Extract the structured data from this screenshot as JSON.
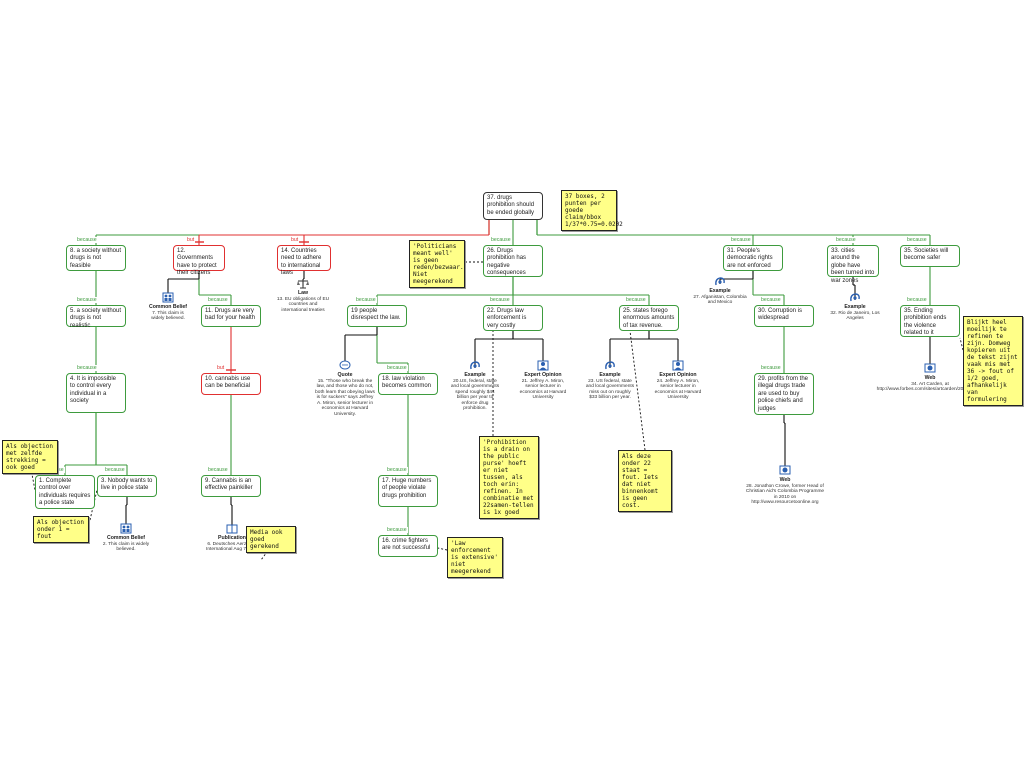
{
  "nodes": [
    {
      "id": "n37",
      "text": "37. drugs prohibition should be ended globally",
      "style": "root"
    },
    {
      "id": "n8",
      "text": "8. a society without drugs is not feasible",
      "style": "pro"
    },
    {
      "id": "n12",
      "text": "12. Governments have to protect their citizens",
      "style": "con"
    },
    {
      "id": "n14",
      "text": "14. Countries need to adhere to international laws",
      "style": "con"
    },
    {
      "id": "n26",
      "text": "26. Drugs prohibition has negative consequences",
      "style": "pro"
    },
    {
      "id": "n31",
      "text": "31. People's democratic rights are not enforced",
      "style": "pro"
    },
    {
      "id": "n33",
      "text": "33. cities around the globe have been turned into war zones",
      "style": "pro"
    },
    {
      "id": "n35",
      "text": "35. Societies will become safer",
      "style": "pro"
    },
    {
      "id": "n5",
      "text": "5. a society without drugs is not realistic",
      "style": "pro"
    },
    {
      "id": "n11",
      "text": "11. Drugs are very bad for your health",
      "style": "pro"
    },
    {
      "id": "n19",
      "text": "19 people disrespect the law.",
      "style": "pro"
    },
    {
      "id": "n22",
      "text": "22. Drugs law enforcement is very costly",
      "style": "pro"
    },
    {
      "id": "n25",
      "text": "25. states forego enormous amounts of tax revenue.",
      "style": "pro"
    },
    {
      "id": "n30",
      "text": "30. Corruption is widespread",
      "style": "pro"
    },
    {
      "id": "n35b",
      "text": "35. Ending prohibition ends the violence related to it",
      "style": "pro"
    },
    {
      "id": "n4",
      "text": "4. It is impossible to control every individual in a society",
      "style": "pro"
    },
    {
      "id": "n10",
      "text": "10. cannabis use can be beneficial",
      "style": "con"
    },
    {
      "id": "n18",
      "text": "18. law violation becomes common",
      "style": "pro"
    },
    {
      "id": "n29",
      "text": "29. profits from the illegal drugs trade are used to buy police chiefs and judges",
      "style": "pro"
    },
    {
      "id": "n1",
      "text": "1. Complete control over individuals requires a police state",
      "style": "pro"
    },
    {
      "id": "n3",
      "text": "3. Nobody wants to live in police state",
      "style": "pro"
    },
    {
      "id": "n9",
      "text": "9. Cannabis is an effective painkiller",
      "style": "pro"
    },
    {
      "id": "n17",
      "text": "17. Huge numbers of people violate drugs prohibition",
      "style": "pro"
    },
    {
      "id": "n16",
      "text": "16. crime fighters are not successful",
      "style": "pro"
    }
  ],
  "edge_labels": [
    {
      "id": "e8",
      "text": "because",
      "style": "pro"
    },
    {
      "id": "e12",
      "text": "but",
      "style": "con"
    },
    {
      "id": "e14",
      "text": "but",
      "style": "con"
    },
    {
      "id": "e26",
      "text": "because",
      "style": "pro"
    },
    {
      "id": "e31",
      "text": "because",
      "style": "pro"
    },
    {
      "id": "e33",
      "text": "because",
      "style": "pro"
    },
    {
      "id": "e35",
      "text": "because",
      "style": "pro"
    },
    {
      "id": "e5",
      "text": "because",
      "style": "pro"
    },
    {
      "id": "e11",
      "text": "because",
      "style": "pro"
    },
    {
      "id": "e19",
      "text": "because",
      "style": "pro"
    },
    {
      "id": "e22",
      "text": "because",
      "style": "pro"
    },
    {
      "id": "e25",
      "text": "because",
      "style": "pro"
    },
    {
      "id": "e30",
      "text": "because",
      "style": "pro"
    },
    {
      "id": "e35b",
      "text": "because",
      "style": "pro"
    },
    {
      "id": "e4",
      "text": "because",
      "style": "pro"
    },
    {
      "id": "e10",
      "text": "but",
      "style": "con"
    },
    {
      "id": "e18",
      "text": "because",
      "style": "pro"
    },
    {
      "id": "e29",
      "text": "because",
      "style": "pro"
    },
    {
      "id": "e1",
      "text": "because",
      "style": "pro"
    },
    {
      "id": "e3",
      "text": "because",
      "style": "pro"
    },
    {
      "id": "e9",
      "text": "because",
      "style": "pro"
    },
    {
      "id": "e17",
      "text": "because",
      "style": "pro"
    },
    {
      "id": "e16",
      "text": "because",
      "style": "pro"
    }
  ],
  "evidence": [
    {
      "id": "v7",
      "icon": "people-icon",
      "head": "Common Belief",
      "text": "7. This claim is widely believed."
    },
    {
      "id": "v13",
      "icon": "scales-icon",
      "head": "Law",
      "text": "13. EU obligations of EU countries and international treaties"
    },
    {
      "id": "v15",
      "icon": "speech-bubble-icon",
      "head": "Quote",
      "text": "15. \"Those who break the law, and those who do not, both learn that obeying laws is for suckers\" says Jeffrey A. Miron, senior lecturer in economics at Harvard University."
    },
    {
      "id": "v20",
      "icon": "example-icon",
      "head": "Example",
      "text": "20.US, federal, state and local governments spend roughly $44 billion per year to enforce drug prohibition."
    },
    {
      "id": "v21",
      "icon": "expert-icon",
      "head": "Expert Opinion",
      "text": "21. Jeffrey A. Miron, senior lecturer in economics at Harvard University"
    },
    {
      "id": "v23",
      "icon": "example-icon",
      "head": "Example",
      "text": "23. US federal, state and local governments miss out on roughly $33 billion per year."
    },
    {
      "id": "v24",
      "icon": "expert-icon",
      "head": "Expert Opinion",
      "text": "24. Jeffrey A. Miron, senior lecturer in economics at Harvard University"
    },
    {
      "id": "v27",
      "icon": "example-icon",
      "head": "Example",
      "text": "27. Afganistan, Colombia and Mexico"
    },
    {
      "id": "v32",
      "icon": "example-icon",
      "head": "Example",
      "text": "32. Rio de Janeiro, Los Angeles"
    },
    {
      "id": "v34",
      "icon": "web-icon",
      "head": "Web",
      "text": "34. Art Carden, at http://www.forbes.com/sites/artcarden/2012/04/19/"
    },
    {
      "id": "v28",
      "icon": "web-icon",
      "head": "Web",
      "text": "28. Jonathon Crowe, former Head of Christian Aid's Colombia Programme in 2010 on http://www.resourcetoonline.org"
    },
    {
      "id": "v2",
      "icon": "people-icon",
      "head": "Common Belief",
      "text": "2. This claim is widely believed."
    },
    {
      "id": "v6",
      "icon": "book-icon",
      "head": "Publication",
      "text": "6. Deutsches Aerztblatt International Aug 7 2012"
    }
  ],
  "notes": [
    {
      "id": "k1",
      "text": "37 boxes, 2 punten per goede claim/bbox 1/37*0.75=0.0202"
    },
    {
      "id": "k2",
      "text": "'Politicians meant well' is geen reden/bezwaar. Niet meegerekend"
    },
    {
      "id": "k3",
      "text": "Als objection met zelfde strekking = ook goed"
    },
    {
      "id": "k4",
      "text": "Als objection onder 1 = fout"
    },
    {
      "id": "k5",
      "text": "Media ook goed gerekend"
    },
    {
      "id": "k6",
      "text": "'Prohibition is a drain on the public purse' hoeft er niet tussen, als toch erin: refinen. In combinatie met 22samen-tellen is 1x goed"
    },
    {
      "id": "k7",
      "text": "Als deze onder 22 staat = fout. Iets dat niet binnenkomt is geen cost."
    },
    {
      "id": "k8",
      "text": "'Law enforcement is extensive' niet meegerekend"
    },
    {
      "id": "k9",
      "text": "Blijkt heel moeilijk te refinen te zijn. Domweg kopieren uit de tekst zijnt vaak mis met 36 -> fout of 1/2 goed, afhankelijk van formulering"
    }
  ],
  "colors": {
    "support": "#3e9b3e",
    "oppose": "#e03030",
    "note": "#ffff88",
    "icon": "#2a5fb0"
  }
}
